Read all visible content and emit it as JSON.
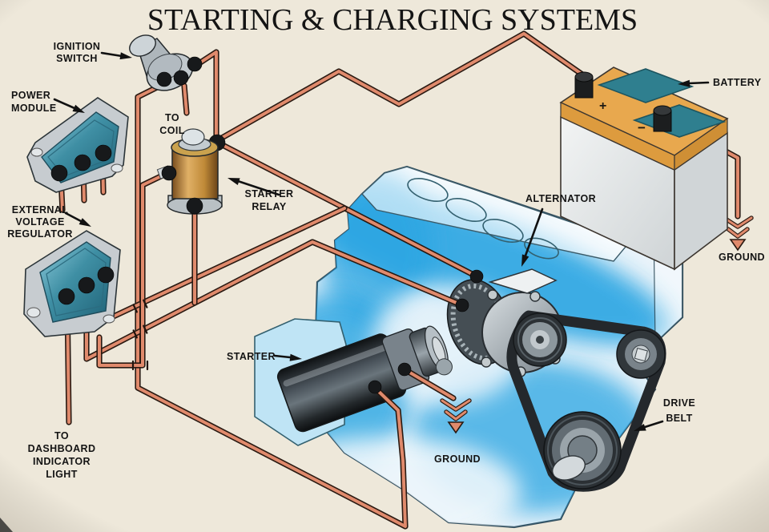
{
  "title": "STARTING & CHARGING SYSTEMS",
  "labels": {
    "ignition_switch": [
      "IGNITION",
      "SWITCH"
    ],
    "to_coil": [
      "TO",
      "COIL"
    ],
    "power_module": [
      "POWER",
      "MODULE"
    ],
    "external_voltage_regulator": [
      "EXTERNAL",
      "VOLTAGE",
      "REGULATOR"
    ],
    "starter_relay": [
      "STARTER",
      "RELAY"
    ],
    "battery": "BATTERY",
    "alternator": "ALTERNATOR",
    "starter": "STARTER",
    "drive_belt": [
      "DRIVE",
      "BELT"
    ],
    "ground_battery": "GROUND",
    "ground_engine": "GROUND",
    "to_dashboard_indicator_light": [
      "TO",
      "DASHBOARD",
      "INDICATOR",
      "LIGHT"
    ],
    "battery_positive": "+",
    "battery_negative": "−"
  },
  "colors": {
    "background": "#eee8da",
    "wire": "#e08a6c",
    "wire_outline": "#2a1a12",
    "module_teal": "#3f8fa4",
    "relay_gold": "#cf9c4a",
    "battery_top": "#e8a84e",
    "battery_cells": "#2f7f8f",
    "engine_blue": "#3fb2e8",
    "belt": "#26292d",
    "text": "#141414"
  }
}
